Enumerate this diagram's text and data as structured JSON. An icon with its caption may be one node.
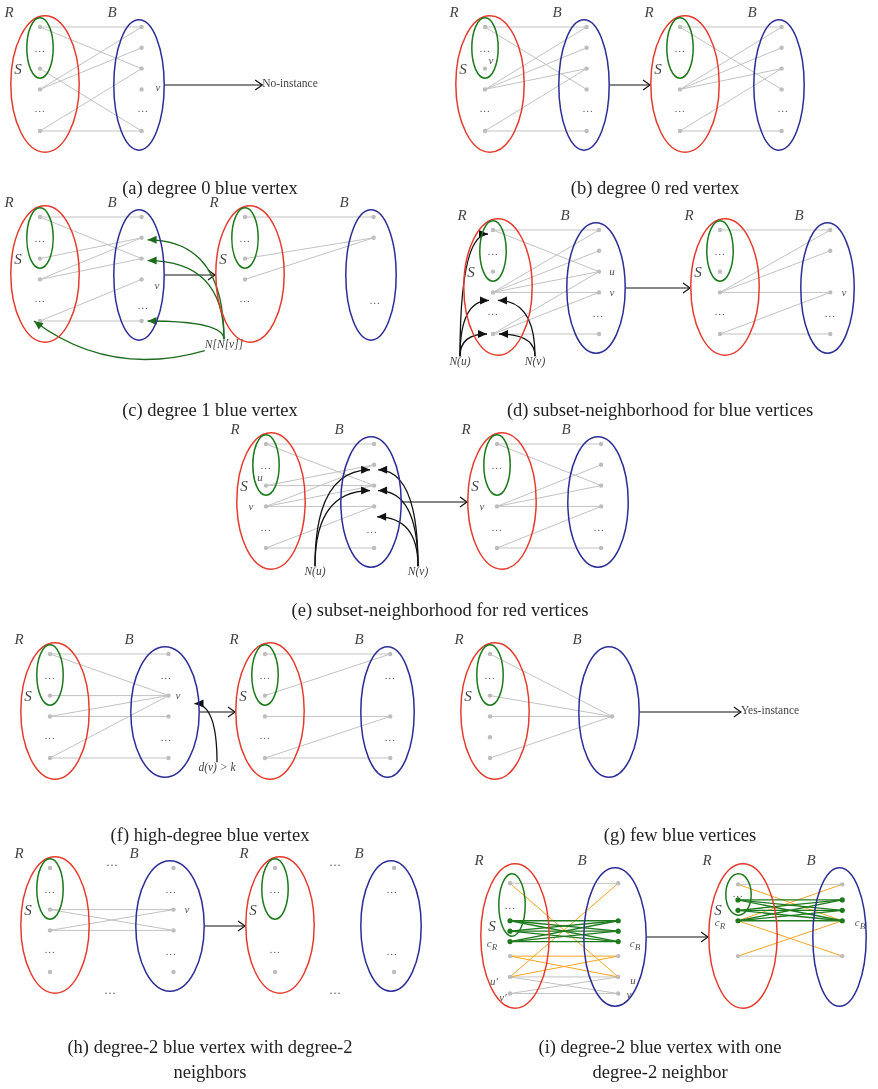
{
  "diagram": {
    "nodes": [
      {
        "text": [
          "R",
          "…"
        ]
      },
      {
        "text": [
          "S",
          "…"
        ],
        "in": 0
      },
      {
        "text": [
          "B",
          "v",
          "…"
        ]
      },
      {
        "text": [
          "No-instance"
        ]
      },
      {
        "text": [
          "R",
          "…"
        ]
      },
      {
        "text": [
          "S",
          "…",
          "v"
        ],
        "in": 4
      },
      {
        "text": [
          "B",
          "…"
        ]
      },
      {
        "text": [
          "R",
          "…"
        ]
      },
      {
        "text": [
          "S",
          "…"
        ],
        "in": 7
      },
      {
        "text": [
          "B",
          "…"
        ]
      },
      {
        "text": [
          "R",
          "…"
        ]
      },
      {
        "text": [
          "S",
          "…"
        ],
        "in": 10
      },
      {
        "text": [
          "B",
          "v",
          "…"
        ]
      },
      {
        "text": [
          "N[N[v]]"
        ]
      },
      {
        "text": [
          "R",
          "…"
        ]
      },
      {
        "text": [
          "S",
          "…"
        ],
        "in": 14
      },
      {
        "text": [
          "B",
          "…"
        ]
      },
      {
        "text": [
          "R",
          "…"
        ]
      },
      {
        "text": [
          "S",
          "…"
        ],
        "in": 17
      },
      {
        "text": [
          "B",
          "u",
          "v",
          "…"
        ]
      },
      {
        "text": [
          "N(u)"
        ]
      },
      {
        "text": [
          "N(v)"
        ]
      },
      {
        "text": [
          "R",
          "…"
        ]
      },
      {
        "text": [
          "S",
          "…"
        ],
        "in": 22
      },
      {
        "text": [
          "B",
          "v",
          "…"
        ]
      },
      {
        "text": [
          "R",
          "v",
          "…"
        ]
      },
      {
        "text": [
          "S",
          "…",
          "u"
        ],
        "in": 25
      },
      {
        "text": [
          "B",
          "…"
        ]
      },
      {
        "text": [
          "N(u)"
        ]
      },
      {
        "text": [
          "N(v)"
        ]
      },
      {
        "text": [
          "R",
          "v",
          "…"
        ]
      },
      {
        "text": [
          "S",
          "…"
        ],
        "in": 30
      },
      {
        "text": [
          "B",
          "…"
        ]
      },
      {
        "text": [
          "R",
          "…"
        ]
      },
      {
        "text": [
          "S",
          "…"
        ],
        "in": 33
      },
      {
        "text": [
          "B",
          "…",
          "v",
          "…"
        ]
      },
      {
        "text": [
          "d(v) > k"
        ]
      },
      {
        "text": [
          "R",
          "…"
        ]
      },
      {
        "text": [
          "S",
          "…"
        ],
        "in": 37
      },
      {
        "text": [
          "B",
          "…",
          "…"
        ]
      },
      {
        "text": [
          "R"
        ]
      },
      {
        "text": [
          "S",
          "…"
        ],
        "in": 40
      },
      {
        "text": [
          "B"
        ]
      },
      {
        "text": [
          "Yes-instance"
        ]
      },
      {
        "text": [
          "R",
          "…"
        ]
      },
      {
        "text": [
          "S",
          "…"
        ],
        "in": 44
      },
      {
        "text": [
          "B",
          "…",
          "v",
          "…"
        ]
      },
      {
        "text": [
          "R",
          "…"
        ]
      },
      {
        "text": [
          "S",
          "…"
        ],
        "in": 47
      },
      {
        "text": [
          "B",
          "…",
          "…"
        ]
      },
      {
        "text": [
          "R",
          "c$_{R}$",
          "u′",
          "v′"
        ]
      },
      {
        "text": [
          "S",
          "…"
        ],
        "in": 50
      },
      {
        "text": [
          "B",
          "c$_{B}$",
          "u",
          "v"
        ]
      },
      {
        "text": [
          "R",
          "c$_{R}$"
        ]
      },
      {
        "text": [
          "S",
          "…"
        ],
        "in": 53
      },
      {
        "text": [
          "B",
          "c$_{B}$"
        ]
      }
    ],
    "edges": [
      {
        "from": 2,
        "to": 3,
        "arrow": "to"
      },
      {
        "from": 6,
        "to": 7,
        "arrow": "to"
      },
      {
        "from": 12,
        "to": 14,
        "arrow": "to"
      },
      {
        "from": 19,
        "to": 22,
        "arrow": "to"
      },
      {
        "from": 27,
        "to": 30,
        "arrow": "to"
      },
      {
        "from": 35,
        "to": 37,
        "arrow": "to"
      },
      {
        "from": 42,
        "to": 43,
        "arrow": "to"
      },
      {
        "from": 46,
        "to": 47,
        "arrow": "to"
      },
      {
        "from": 52,
        "to": 53,
        "arrow": "to"
      },
      {
        "from": 13,
        "to": 12,
        "arrow": "to",
        "color": "#1e6b1e"
      },
      {
        "from": 13,
        "to": 12,
        "arrow": "to",
        "color": "#1e6b1e"
      },
      {
        "from": 13,
        "to": 12,
        "arrow": "to",
        "color": "#1e6b1e"
      },
      {
        "from": 13,
        "to": 10,
        "arrow": "to",
        "color": "#1e6b1e"
      },
      {
        "from": 20,
        "to": 18,
        "arrow": "to"
      },
      {
        "from": 20,
        "to": 17,
        "arrow": "to"
      },
      {
        "from": 20,
        "to": 17,
        "arrow": "to"
      },
      {
        "from": 21,
        "to": 17,
        "arrow": "to"
      },
      {
        "from": 21,
        "to": 17,
        "arrow": "to"
      },
      {
        "from": 28,
        "to": 27,
        "arrow": "to"
      },
      {
        "from": 28,
        "to": 27,
        "arrow": "to"
      },
      {
        "from": 29,
        "to": 27,
        "arrow": "to"
      },
      {
        "from": 29,
        "to": 27,
        "arrow": "to"
      },
      {
        "from": 29,
        "to": 27,
        "arrow": "to"
      },
      {
        "from": 36,
        "to": 35,
        "arrow": "to"
      }
    ],
    "labels": [
      "(a) degree 0 blue vertex",
      "(b) degree 0 red vertex",
      "(c) degree 1 blue vertex",
      "(d) subset-neighborhood for blue vertices",
      "(e) subset-neighborhood for red vertices",
      "(f) high-degree blue vertex",
      "(g) few blue vertices",
      "…",
      "…",
      "…",
      "…",
      "(h) degree-2 blue vertex with degree-2 neighbors",
      "(i) degree-2 blue vertex with one degree-2 neighbor"
    ]
  }
}
